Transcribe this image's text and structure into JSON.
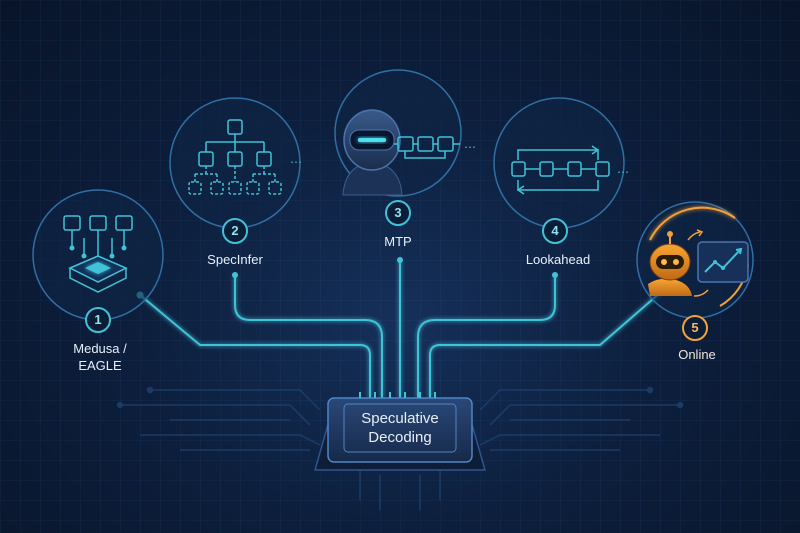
{
  "center": {
    "line1": "Speculative",
    "line2": "Decoding"
  },
  "methods": [
    {
      "number": "1",
      "label_line1": "Medusa /",
      "label_line2": "EAGLE"
    },
    {
      "number": "2",
      "label_line1": "SpecInfer"
    },
    {
      "number": "3",
      "label_line1": "MTP"
    },
    {
      "number": "4",
      "label_line1": "Lookahead"
    },
    {
      "number": "5",
      "label_line1": "Online"
    }
  ],
  "colors": {
    "background": "#0d1f3d",
    "accent_cyan": "#3fc3d6",
    "accent_orange": "#f2a23a"
  },
  "icons": [
    "medusa-heads-icon",
    "token-tree-icon",
    "robot-head-icon",
    "lookahead-loop-icon",
    "robot-chart-icon"
  ]
}
